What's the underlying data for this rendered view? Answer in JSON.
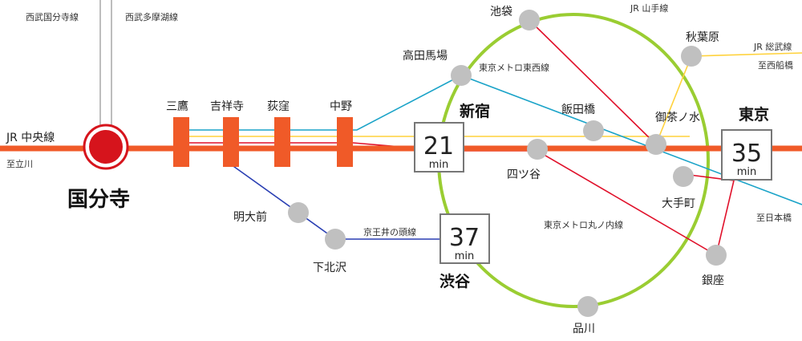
{
  "lines": {
    "seibu_kokubunji": "西武国分寺線",
    "seibu_tamako": "西武多摩湖線",
    "jr_chuo": "JR 中央線",
    "to_tachikawa": "至立川",
    "jr_yamanote": "JR 山手線",
    "jr_sobu": "JR 総武線",
    "to_nishifunabashi": "至西船橋",
    "tozai": "東京メトロ東西線",
    "keio_inokashira": "京王井の頭線",
    "marunouchi": "東京メトロ丸ノ内線",
    "to_nihonbashi": "至日本橋"
  },
  "stations": {
    "kokubunji": "国分寺",
    "mitaka": "三鷹",
    "kichijoji": "吉祥寺",
    "ogikubo": "荻窪",
    "nakano": "中野",
    "meidaimae": "明大前",
    "shimokitazawa": "下北沢",
    "takadanobaba": "高田馬場",
    "ikebukuro": "池袋",
    "akihabara": "秋葉原",
    "shinjuku": "新宿",
    "iidabashi": "飯田橋",
    "ochanomizu": "御茶ノ水",
    "tokyo": "東京",
    "yotsuya": "四ツ谷",
    "otemachi": "大手町",
    "shibuya": "渋谷",
    "ginza": "銀座",
    "shinagawa": "品川"
  },
  "times": {
    "shinjuku": {
      "minutes": "21",
      "unit": "min"
    },
    "shibuya": {
      "minutes": "37",
      "unit": "min"
    },
    "tokyo": {
      "minutes": "35",
      "unit": "min"
    }
  },
  "colors": {
    "chuo": "#f05a28",
    "kokubunji_red": "#d6141c",
    "yamanote": "#9acd32",
    "tozai": "#1aa3c8",
    "sobu": "#ffd23c",
    "marunouchi": "#e0102a",
    "inokashira": "#2a3fb3",
    "seibu": "#bdbdbd",
    "station_gray": "#c0c0c0"
  }
}
